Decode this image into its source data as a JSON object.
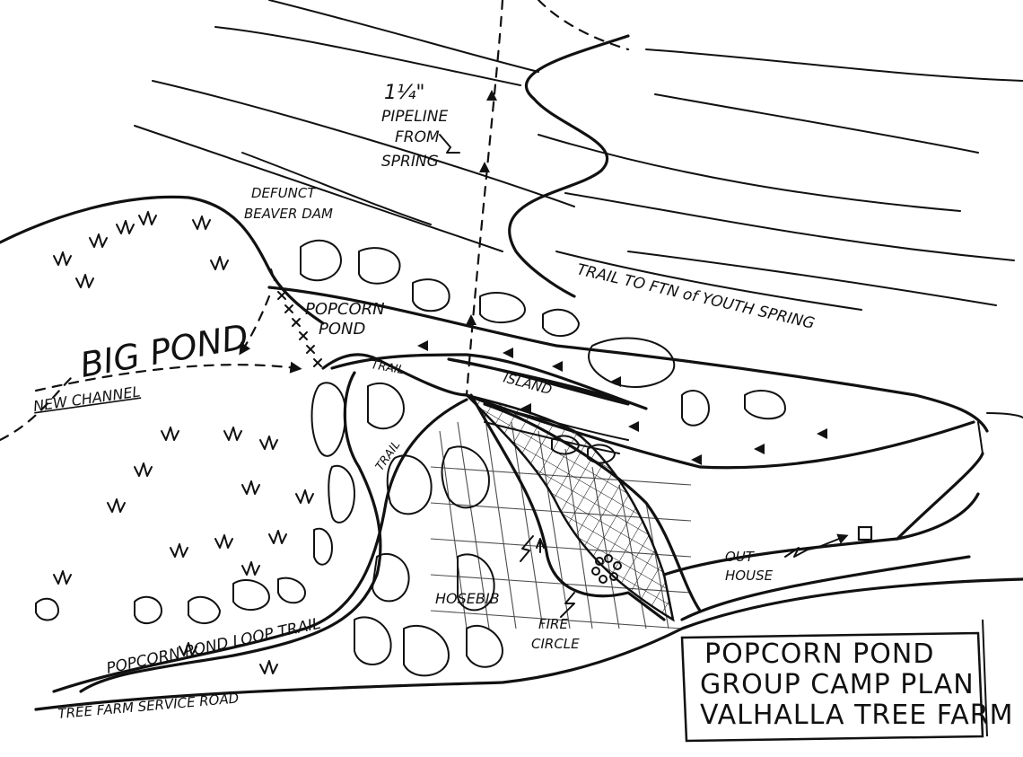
{
  "labels": {
    "pipeline_size": "1¼\"",
    "pipeline_1": "PIPELINE",
    "pipeline_2": "FROM",
    "pipeline_3": "SPRING",
    "beaver_1": "DEFUNCT",
    "beaver_2": "BEAVER DAM",
    "popcorn_1": "POPCORN",
    "popcorn_2": "POND",
    "big_pond": "BIG POND",
    "new_channel": "NEW CHANNEL",
    "trail_a": "TRAIL",
    "trail_b": "TRAIL",
    "island": "ISLAND",
    "trail_spring": "TRAIL TO FTN of YOUTH SPRING",
    "out_1": "OUT",
    "out_2": "HOUSE",
    "hosebib": "HOSEBIB",
    "fire_1": "FIRE",
    "fire_2": "CIRCLE",
    "loop_trail": "POPCORN POND LOOP TRAIL",
    "service_road": "TREE FARM SERVICE ROAD"
  },
  "title": {
    "line1": "POPCORN POND",
    "line2": "GROUP CAMP PLAN",
    "line3": "VALHALLA TREE FARM"
  },
  "icons": [
    "grass-tuft-icon",
    "flow-arrow-icon",
    "outhouse-icon",
    "fire-circle-icon",
    "hosebib-icon"
  ]
}
